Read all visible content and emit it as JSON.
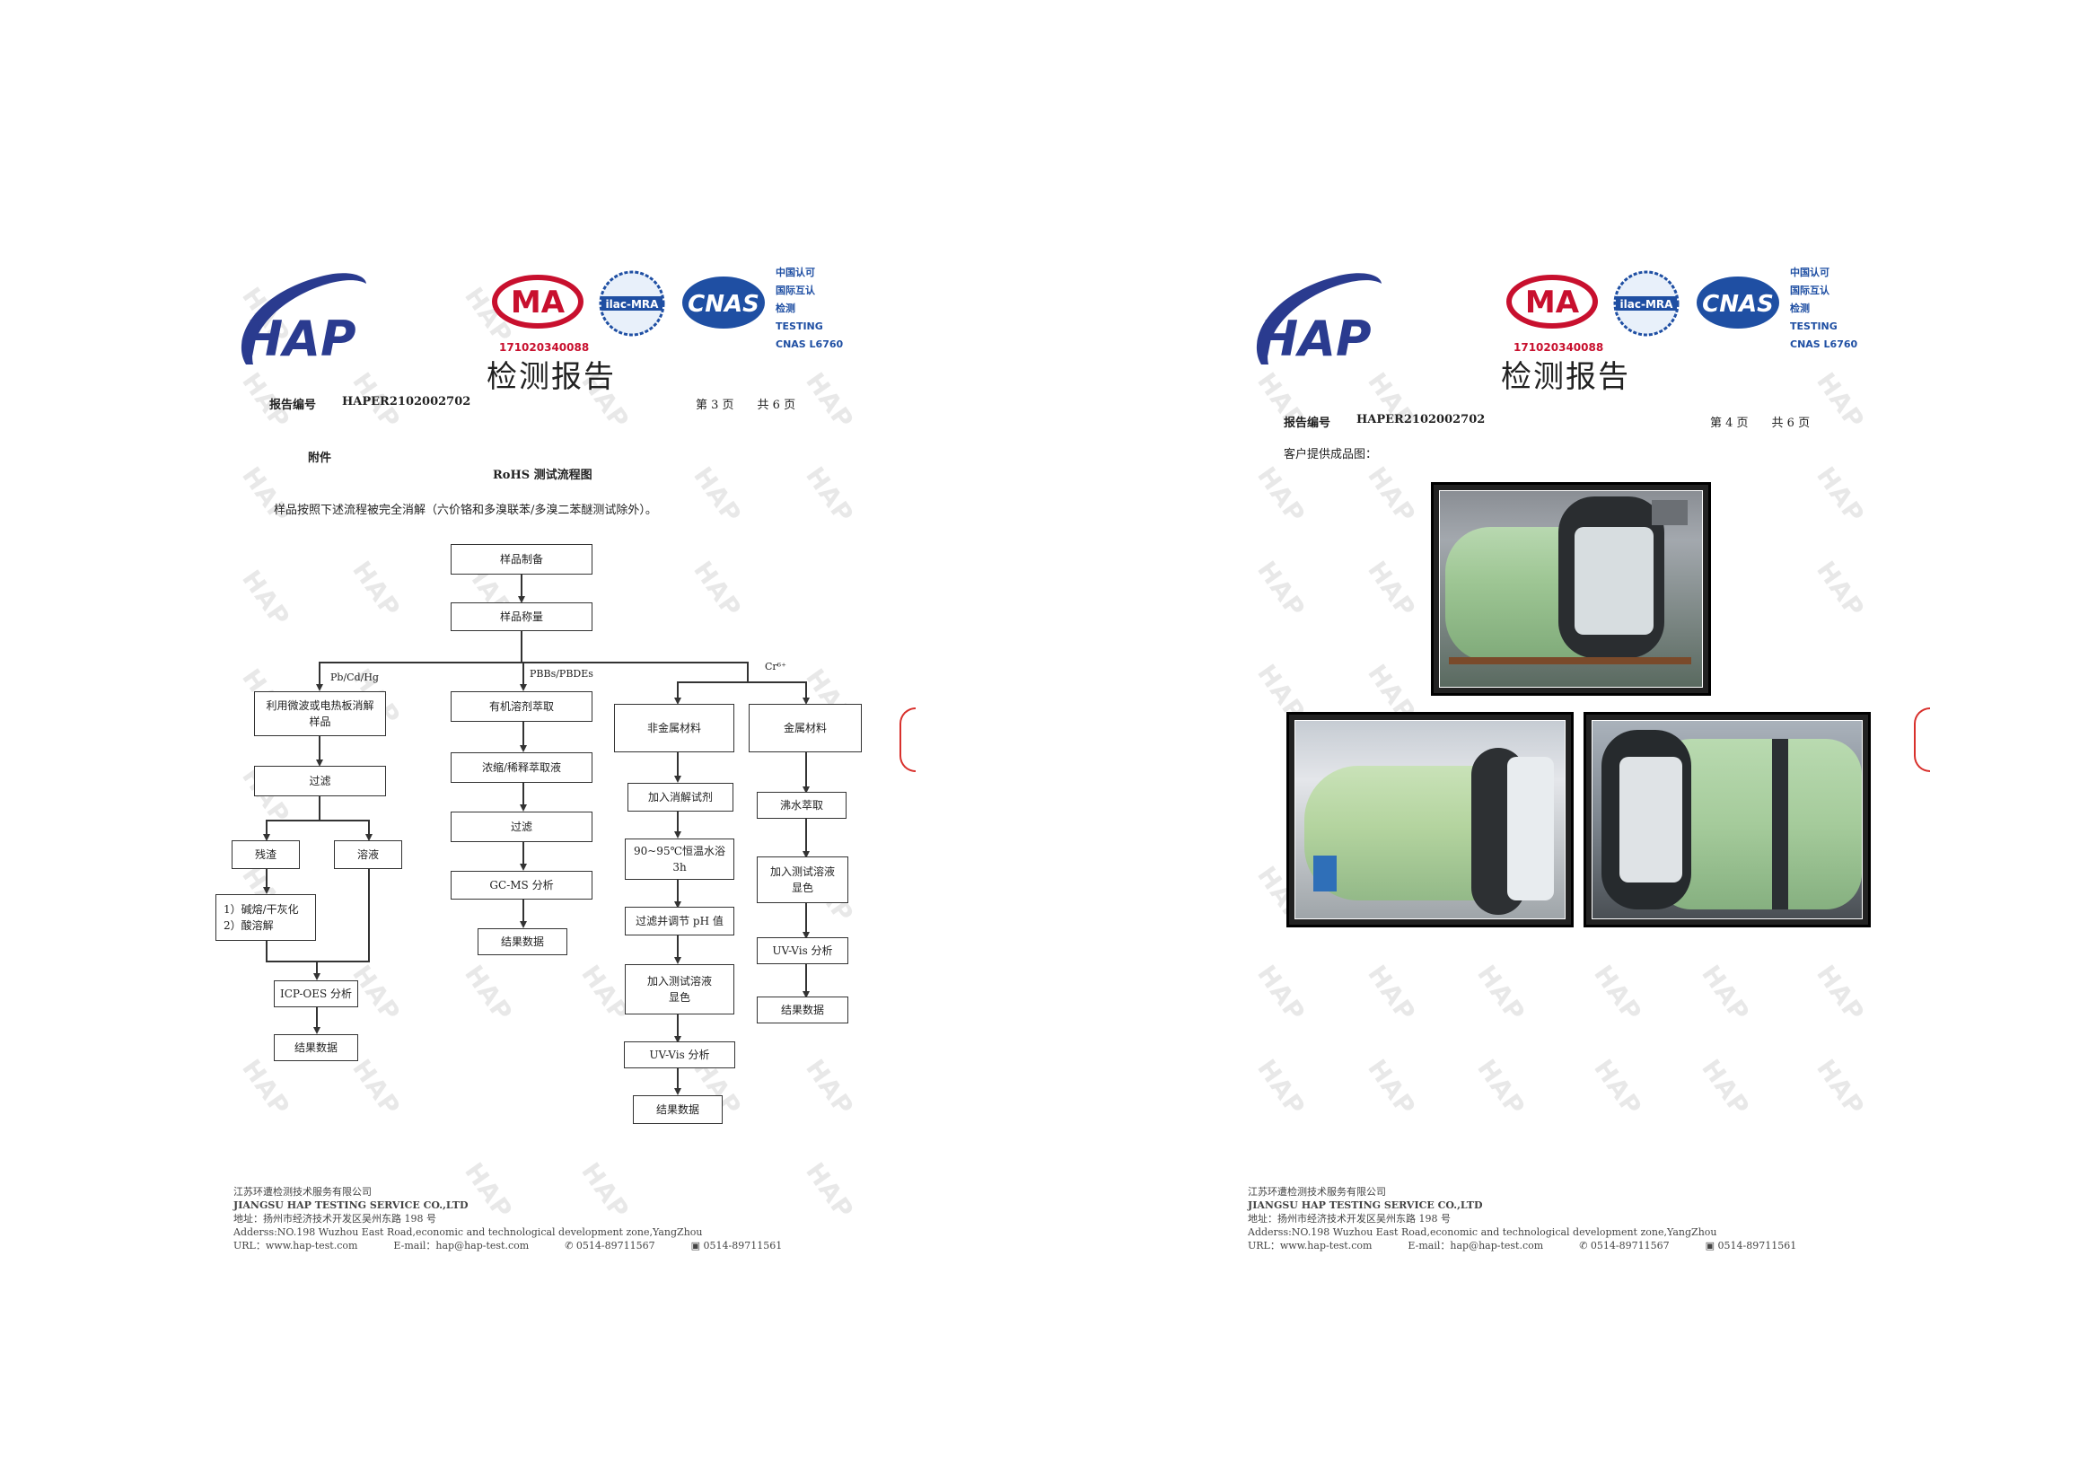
{
  "header": {
    "brand": "HAP",
    "ma_text": "MA",
    "ma_number": "171020340088",
    "ilac_text": "ilac-MRA",
    "cnas_text": "CNAS",
    "cnas_lines": [
      "中国认可",
      "国际互认",
      "检测",
      "TESTING",
      "CNAS L6760"
    ],
    "title": "检测报告"
  },
  "page1": {
    "report_label": "报告编号",
    "report_no": "HAPER2102002702",
    "page_info": "第 3 页　　共 6 页",
    "attachment": "附件",
    "flow_title": "RoHS 测试流程图",
    "intro": "样品按照下述流程被完全消解（六价铬和多溴联苯/多溴二苯醚测试除外）。",
    "flow": {
      "prep": "样品制备",
      "weigh": "样品称量",
      "branch_pb": "Pb/Cd/Hg",
      "branch_pbb": "PBBs/PBDEs",
      "branch_cr": "Cr⁶⁺",
      "a1": "利用微波或电热板消解样品",
      "a2": "过滤",
      "a3_left": "残渣",
      "a3_right": "溶液",
      "a4_1": "1）碱熔/干灰化",
      "a4_2": "2）酸溶解",
      "a5": "ICP-OES 分析",
      "a6": "结果数据",
      "b1": "有机溶剂萃取",
      "b2": "浓缩/稀释萃取液",
      "b3": "过滤",
      "b4": "GC-MS 分析",
      "b5": "结果数据",
      "c1": "非金属材料",
      "c2": "加入消解试剂",
      "c3_1": "90~95℃恒温水浴",
      "c3_2": "3h",
      "c4": "过滤并调节 pH 值",
      "c5_1": "加入测试溶液",
      "c5_2": "显色",
      "c6": "UV-Vis 分析",
      "c7": "结果数据",
      "d1": "金属材料",
      "d2": "沸水萃取",
      "d3_1": "加入测试溶液",
      "d3_2": "显色",
      "d4": "UV-Vis 分析",
      "d5": "结果数据"
    }
  },
  "page2": {
    "report_label": "报告编号",
    "report_no": "HAPER2102002702",
    "page_info": "第 4 页　　共 6 页",
    "customer_label": "客户提供成品图："
  },
  "footer": {
    "company_cn": "江苏环遭检测技术服务有限公司",
    "company_en": "JIANGSU HAP TESTING SERVICE CO.,LTD",
    "address_cn": "地址：扬州市经济技术开发区吴州东路 198 号",
    "address_en": "Adderss:NO.198 Wuzhou East Road,economic and technological development zone,YangZhou",
    "url": "URL：www.hap-test.com",
    "email": "E-mail：hap@hap-test.com",
    "phone": "0514-89711567",
    "fax": "0514-89711561"
  },
  "watermark": "HAP",
  "colors": {
    "brand_blue": "#2a3b8f",
    "ma_red": "#c8102e",
    "cnas_blue": "#1f4fa3",
    "stamp_red": "#d8302c"
  }
}
